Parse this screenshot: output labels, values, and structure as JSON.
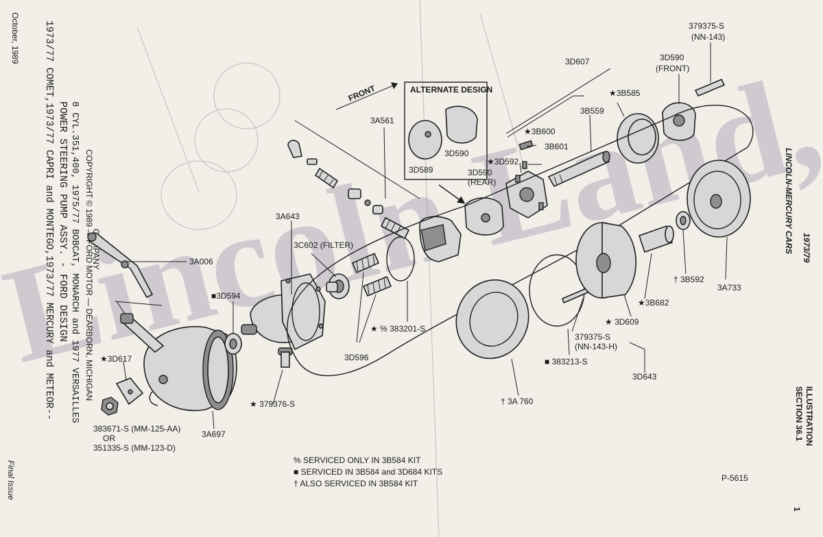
{
  "left_block": {
    "date": "October, 1989",
    "title_line1": "1973/77 COMET,1973/77 CAPRI and MONTEGO,1973/77 MERCURY and METEOR--",
    "title_line2": "POWER STEERING PUMP ASSY. - FORD DESIGN",
    "title_line3": "8 CYL.351,400, 1975/77 BOBCAT, MONARCH and 1977 VERSAILLES",
    "copyright_line1": "COPYRIGHT © 1989  —  FORD MOTOR  —  DEARBORN, MICHIGAN",
    "copyright_line2": "COMPANY",
    "final_issue": "Final Issue"
  },
  "right_block": {
    "header_line1": "1973/79",
    "header_line2": "LINCOLN-MERCURY CARS",
    "section_line1": "ILLUSTRATION",
    "section_line2": "SECTION 36.1",
    "page_number": "1"
  },
  "watermark": "Lincoln Land, Inc.",
  "front_arrow": "FRONT",
  "alternate_design": {
    "title": "ALTERNATE DESIGN",
    "part_a": "3D589",
    "part_b": "3D590"
  },
  "labels": {
    "p3A006": "3A006",
    "p3D594": "■3D594",
    "p3D617": "★3D617",
    "p383671": "383671-S (MM-125-AA)",
    "or": "OR",
    "p351335": "351335-S (MM-123-D)",
    "p3A697": "3A697",
    "p379376": "★ 379376-S",
    "p3A643": "3A643",
    "p3C602": "3C602 (FILTER)",
    "p3A561": "3A561",
    "p383201": "★ % 383201-S",
    "p3D596": "3D596",
    "p3D590_rear": "3D590",
    "rear": "(REAR)",
    "p3D592a": "★3D592",
    "p3B600": "★3B600",
    "p3B601": "3B601",
    "p3D607": "3D607",
    "p3B559": "3B559",
    "p3B585": "★3B585",
    "p3D590_front": "3D590",
    "front": "(FRONT)",
    "p379375": "379375-S",
    "nn143": "(NN-143)",
    "p3A760": "† 3A 760",
    "p383213": "■ 383213-S",
    "p379375h": "379375-S",
    "nn143h": "(NN-143-H)",
    "p3D609": "★ 3D609",
    "p3B682": "★3B682",
    "p3D643": "3D643",
    "p3B592": "† 3B592",
    "p3A733": "3A733",
    "p5615": "P-5615"
  },
  "legend": [
    "% SERVICED ONLY IN 3B584 KIT",
    "■ SERVICED IN 3B584 and 3D684 KITS",
    "† ALSO SERVICED IN 3B584 KIT"
  ]
}
